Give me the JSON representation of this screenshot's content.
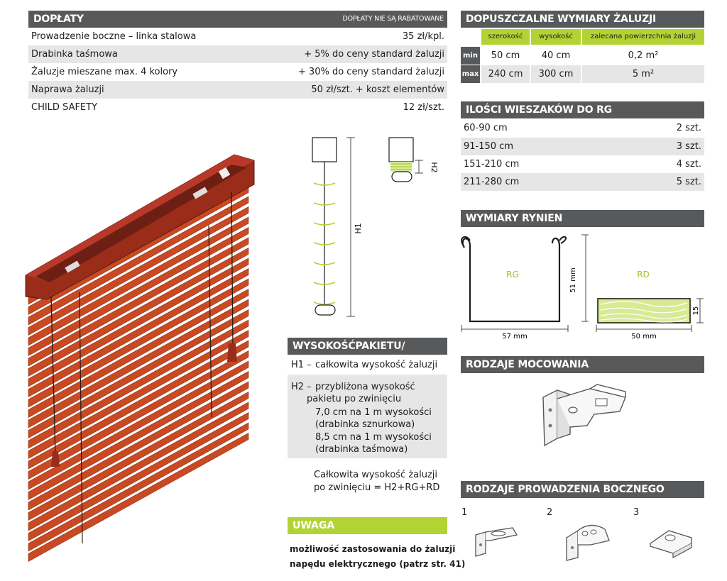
{
  "doplaty": {
    "title": "DOPŁATY",
    "note": "DOPŁATY NIE SĄ RABATOWANE",
    "rows": [
      {
        "name": "Prowadzenie boczne – linka stalowa",
        "price": "35 zł/kpl."
      },
      {
        "name": "Drabinka taśmowa",
        "price": "+ 5% do ceny standard żaluzji"
      },
      {
        "name": "Żaluzje mieszane max. 4 kolory",
        "price": "+ 30% do ceny standard żaluzji"
      },
      {
        "name": "Naprawa żaluzji",
        "price": "50 zł/szt. + koszt elementów"
      },
      {
        "name": "CHILD SAFETY",
        "price": "12 zł/szt."
      }
    ]
  },
  "wymiary": {
    "title": "DOPUSZCZALNE WYMIARY ŻALUZJI",
    "headers": [
      "szerokość",
      "wysokość",
      "zalecana powierzchnia żaluzji"
    ],
    "rows": [
      {
        "label": "min",
        "width": "50 cm",
        "height": "40 cm",
        "area": "0,2 m²"
      },
      {
        "label": "max",
        "width": "240 cm",
        "height": "300 cm",
        "area": "5 m²"
      }
    ]
  },
  "wieszaki": {
    "title": "ILOŚCI WIESZAKÓW DO RG",
    "rows": [
      {
        "range": "60-90 cm",
        "count": "2 szt."
      },
      {
        "range": "91-150 cm",
        "count": "3 szt."
      },
      {
        "range": "151-210 cm",
        "count": "4 szt."
      },
      {
        "range": "211-280 cm",
        "count": "5 szt."
      }
    ]
  },
  "rynny": {
    "title": "WYMIARY RYNIEN",
    "rg_label": "RG",
    "rd_label": "RD",
    "rg_width": "57 mm",
    "rg_height": "51 mm",
    "rd_width": "50 mm",
    "rd_height": "15"
  },
  "mocowania": {
    "title": "RODZAJE MOCOWANIA"
  },
  "prowadzenia": {
    "title": "RODZAJE PROWADZENIA BOCZNEGO",
    "items": [
      "1",
      "2",
      "3"
    ]
  },
  "diagram": {
    "h1": "H1",
    "h2": "H2"
  },
  "pakiet": {
    "title": "WYSOKOŚĆPAKIETU/ŻALUZJI",
    "h1_label": "H1 –",
    "h1_text": "całkowita wysokość żaluzji",
    "h2_label": "H2 –",
    "h2_line1": "przybliżona wysokość",
    "h2_line2": "pakietu po zwinięciu",
    "h2_line3": "7,0 cm na 1 m wysokości",
    "h2_line4": "(drabinka sznurkowa)",
    "h2_line5": "8,5 cm na 1 m wysokości",
    "h2_line6": "(drabinka taśmowa)",
    "total_line1": "Całkowita wysokość żaluzji",
    "total_line2": "po zwinięciu = H2+RG+RD"
  },
  "uwaga": {
    "title": "UWAGA",
    "line1": "możliwość zastosowania do żaluzji",
    "line2": "napędu elektrycznego (patrz str. 41)"
  },
  "colors": {
    "bar": "#58595b",
    "accent": "#b3d334",
    "row_grey": "#e6e6e7",
    "blind": "#c94a22"
  }
}
